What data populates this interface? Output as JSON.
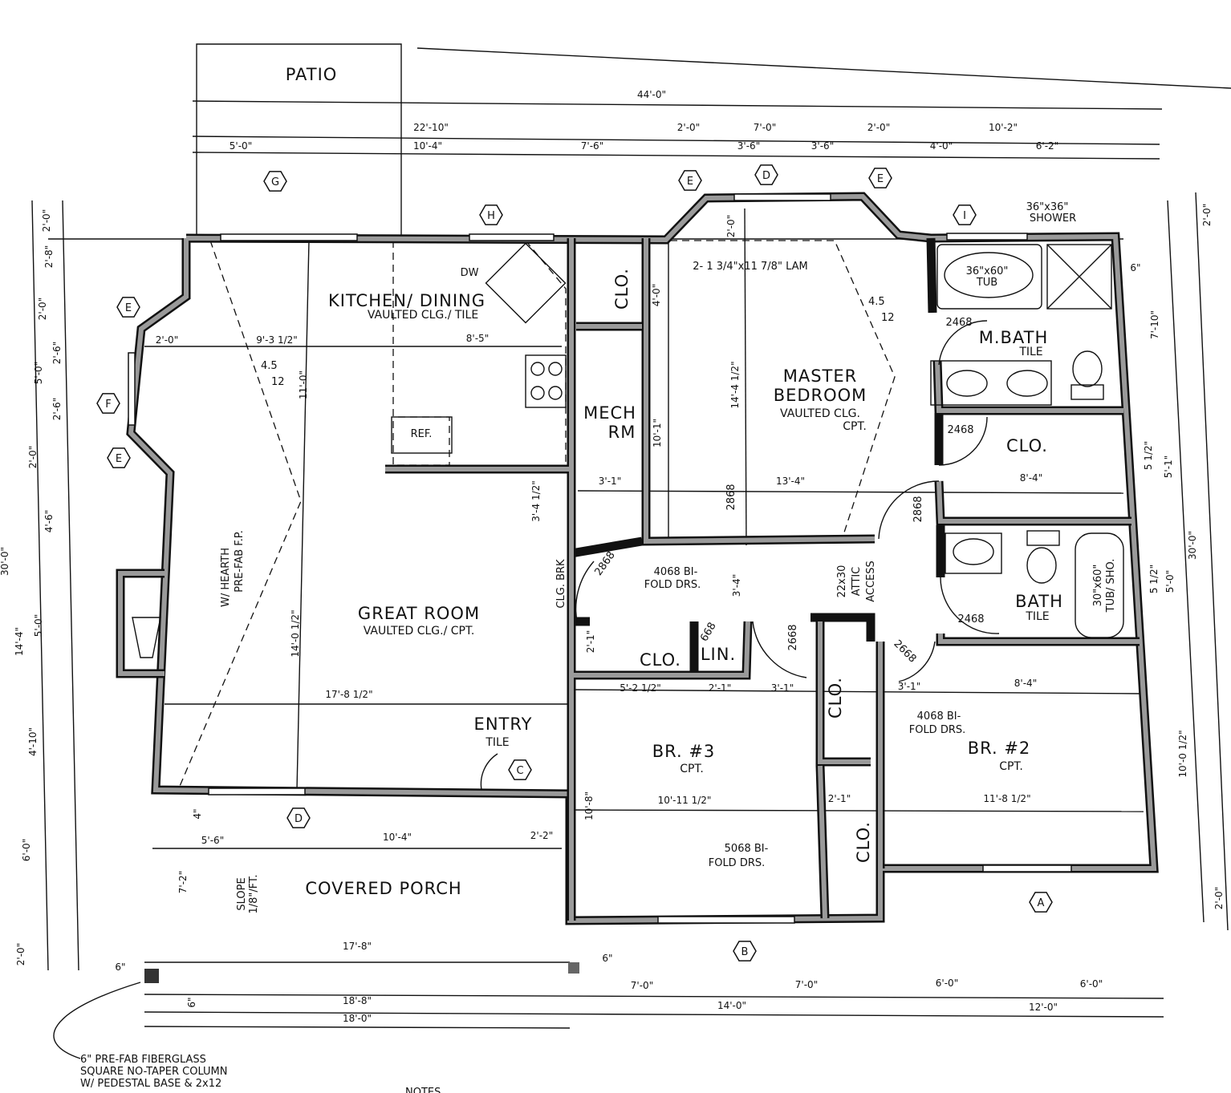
{
  "rooms": {
    "patio": "PATIO",
    "kitchen": "KITCHEN/ DINING",
    "kitchen_sub": "VAULTED CLG./ TILE",
    "great_room": "GREAT ROOM",
    "great_room_sub": "VAULTED CLG./ CPT.",
    "master_1": "MASTER",
    "master_2": "BEDROOM",
    "master_sub": "VAULTED CLG.",
    "master_floor": "CPT.",
    "mbath": "M.BATH",
    "mbath_sub": "TILE",
    "mbath_clo": "CLO.",
    "mech_1": "MECH",
    "mech_2": "RM",
    "bath": "BATH",
    "bath_sub": "TILE",
    "entry": "ENTRY",
    "entry_sub": "TILE",
    "br3": "BR. #3",
    "br3_sub": "CPT.",
    "br2": "BR. #2",
    "br2_sub": "CPT.",
    "porch": "COVERED PORCH",
    "clo_upper": "CLO.",
    "clo_hall": "CLO.",
    "lin": "LIN.",
    "clo_br2": "CLO.",
    "clo_br3": "CLO."
  },
  "fixtures": {
    "dw": "DW",
    "ref": "REF.",
    "tub": "36\"x60\"",
    "tub_sub": "TUB",
    "shower_1": "36\"x36\"",
    "shower_2": "SHOWER",
    "tubsho_1": "30\"x60\"",
    "tubsho_2": "TUB/ SHO.",
    "attic_1": "22x30",
    "attic_2": "ATTIC",
    "attic_3": "ACCESS",
    "fp_1": "W/ HEARTH",
    "fp_2": "PRE-FAB F.P.",
    "clg_brk": "CLG. BRK",
    "slope_1": "SLOPE",
    "slope_2": "1/8\"/FT.",
    "lam": "2- 1 3/4\"x11 7/8\" LAM",
    "bifold_1a": "4068 BI-",
    "bifold_1b": "FOLD DRS.",
    "bifold_2a": "4068 BI-",
    "bifold_2b": "FOLD DRS.",
    "bifold_3a": "5068 BI-",
    "bifold_3b": "FOLD DRS.",
    "pitch_1": "4.5",
    "pitch_1d": "12",
    "pitch_2": "4.5",
    "pitch_2d": "12"
  },
  "doors": [
    "2468",
    "2468",
    "2468",
    "2868",
    "2868",
    "2868",
    "2668",
    "2668",
    "668"
  ],
  "tags": [
    "G",
    "H",
    "E",
    "D",
    "E",
    "I",
    "E",
    "F",
    "E",
    "C",
    "D",
    "B",
    "A"
  ],
  "dimensions": {
    "top": [
      "44'-0\"",
      "22'-10\"",
      "2'-0\"",
      "7'-0\"",
      "2'-0\"",
      "10'-2\"",
      "5'-0\"",
      "10'-4\"",
      "7'-6\"",
      "3'-6\"",
      "3'-6\"",
      "4'-0\"",
      "6'-2\""
    ],
    "interior": [
      "2'-0\"",
      "9'-3 1/2\"",
      "8'-5\"",
      "11'-0\"",
      "14'-0 1/2\"",
      "17'-8 1/2\"",
      "14'-4 1/2\"",
      "13'-4\"",
      "10'-1\"",
      "3'-1\"",
      "3'-4 1/2\"",
      "4'-0\"",
      "2'-0\"",
      "8'-4\"",
      "8'-4\"",
      "3'-1\"",
      "5'-2 1/2\"",
      "2'-1\"",
      "3'-1\"",
      "3'-4\"",
      "2'-1\"",
      "10'-8\"",
      "10'-11 1/2\"",
      "11'-8 1/2\"",
      "2'-1\""
    ],
    "porch": [
      "5'-6\"",
      "10'-4\"",
      "2'-2\"",
      "7'-2\"",
      "4\"",
      "17'-8\"",
      "18'-8\"",
      "18'-0\"",
      "6\"",
      "6\"",
      "6\""
    ],
    "bottom": [
      "7'-0\"",
      "7'-0\"",
      "6'-0\"",
      "6'-0\"",
      "14'-0\"",
      "12'-0\""
    ],
    "left": [
      "2'-0\"",
      "2'-8\"",
      "2'-0\"",
      "5'-0\"",
      "2'-6\"",
      "2'-6\"",
      "2'-0\"",
      "4'-6\"",
      "5'-0\"",
      "4'-10\"",
      "6'-0\"",
      "2'-0\"",
      "14'-4\"",
      "30'-0\""
    ],
    "right": [
      "2'-0\"",
      "6\"",
      "7'-10\"",
      "5 1/2\"",
      "5'-1\"",
      "5 1/2\"",
      "5'-0\"",
      "30'-0\"",
      "10'-0 1/2\"",
      "2'-0\""
    ]
  },
  "notes": {
    "column_1": "6\" PRE-FAB FIBERGLASS",
    "column_2": "SQUARE NO-TAPER COLUMN",
    "column_3": "W/ PEDESTAL BASE & 2x12",
    "notes_heading": "NOTES"
  }
}
